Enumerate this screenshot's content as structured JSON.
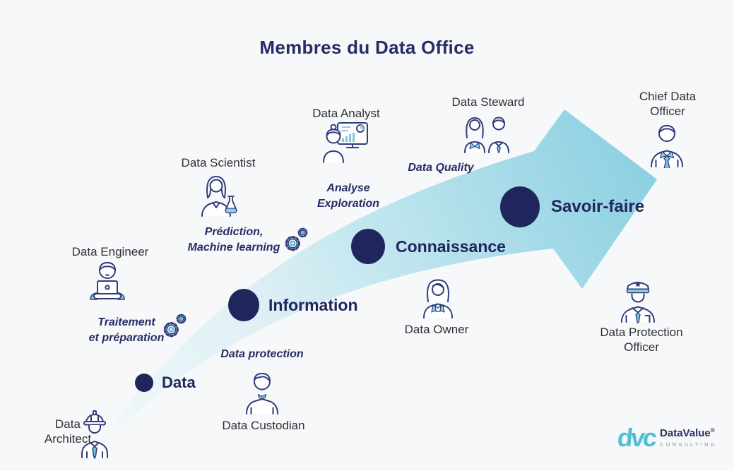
{
  "title": "Membres du Data Office",
  "milestones": [
    {
      "label": "Data"
    },
    {
      "label": "Information"
    },
    {
      "label": "Connaissance"
    },
    {
      "label": "Savoir-faire"
    }
  ],
  "roles": [
    {
      "name": "Data Architect",
      "lines": [
        "Data",
        "Architect"
      ],
      "icon": "architect-icon"
    },
    {
      "name": "Data Engineer",
      "lines": [
        "Data Engineer"
      ],
      "icon": "engineer-icon"
    },
    {
      "name": "Data Scientist",
      "lines": [
        "Data Scientist"
      ],
      "icon": "scientist-icon"
    },
    {
      "name": "Data Analyst",
      "lines": [
        "Data Analyst"
      ],
      "icon": "analyst-icon"
    },
    {
      "name": "Data Steward",
      "lines": [
        "Data Steward"
      ],
      "icon": "steward-icon"
    },
    {
      "name": "Chief Data Officer",
      "lines": [
        "Chief Data",
        "Officer"
      ],
      "icon": "executive-icon"
    },
    {
      "name": "Data Custodian",
      "lines": [
        "Data Custodian"
      ],
      "icon": "custodian-icon"
    },
    {
      "name": "Data Owner",
      "lines": [
        "Data Owner"
      ],
      "icon": "owner-icon"
    },
    {
      "name": "Data Protection Officer",
      "lines": [
        "Data Protection",
        "Officer"
      ],
      "icon": "police-icon"
    }
  ],
  "skills": [
    {
      "name": "Traitement et préparation",
      "lines": [
        "Traitement",
        "et préparation"
      ]
    },
    {
      "name": "Prédiction, Machine learning",
      "lines": [
        "Prédiction,",
        "Machine learning"
      ]
    },
    {
      "name": "Analyse Exploration",
      "lines": [
        "Analyse",
        "Exploration"
      ]
    },
    {
      "name": "Data Quality",
      "lines": [
        "Data Quality"
      ]
    },
    {
      "name": "Data protection",
      "lines": [
        "Data protection"
      ]
    }
  ],
  "logo": {
    "mark": "dvc",
    "name": "DataValue",
    "registered": "®",
    "tagline": "CONSULTING"
  },
  "colors": {
    "background": "#f7f8f9",
    "navy": "#272c64",
    "dot": "#20265c",
    "label": "#2e3035",
    "arrow_start": "#f3fafc",
    "arrow_end": "#8cd0e1",
    "icon_stroke": "#303c7c",
    "icon_accent": "#8ed2e2",
    "tie": "#6ec3dc",
    "logo_teal": "#4fc0d4"
  }
}
